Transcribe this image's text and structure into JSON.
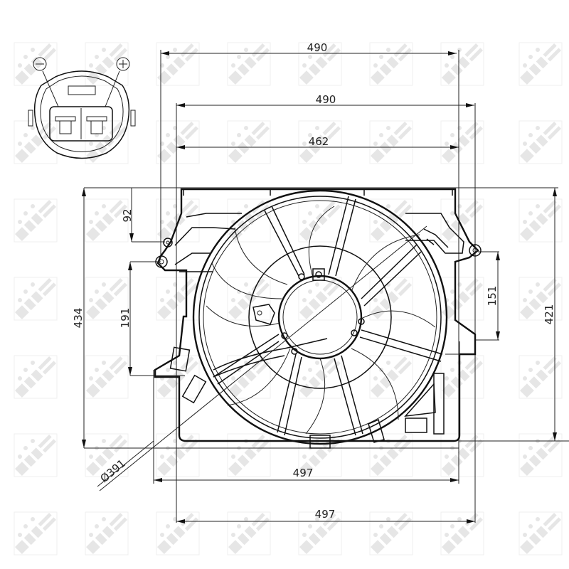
{
  "drawing": {
    "subject": "Radiator cooling fan with shroud - dimensional drawing",
    "watermark": "NRF",
    "colors": {
      "line": "#111111",
      "watermark": "#e6e6e6",
      "background": "#ffffff"
    }
  },
  "connector": {
    "negative_symbol": "⊖",
    "positive_symbol": "⊕",
    "negative_label": "−",
    "positive_label": "+"
  },
  "dimensions": {
    "top_width_outer": "490",
    "top_width_inner": "490",
    "top_width_mount": "462",
    "left_height_total": "434",
    "left_offset_top": "92",
    "left_mount_spacing": "191",
    "right_mount_spacing": "151",
    "right_height_total": "421",
    "fan_diameter": "Ø391",
    "bottom_width_inner": "497",
    "bottom_width_outer": "497"
  }
}
